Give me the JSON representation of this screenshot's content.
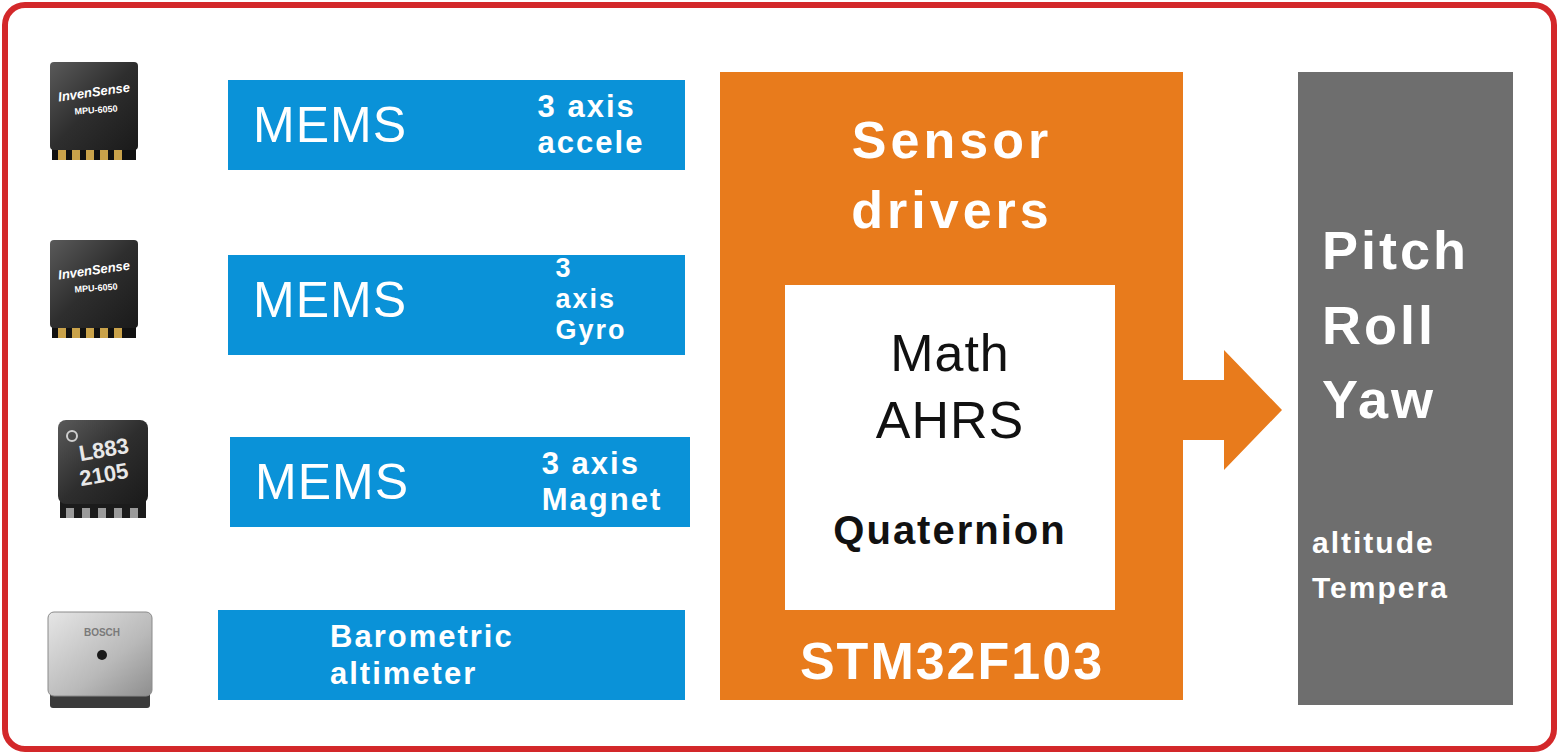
{
  "diagram": {
    "nodes": [
      {
        "text": [
          "MEMS",
          "3 axis accele"
        ]
      },
      {
        "text": [
          "MEMS",
          "3 axis Gyro"
        ]
      },
      {
        "text": [
          "MEMS",
          "3 axis Magnet"
        ]
      },
      {
        "text": [
          "Barometric altimeter"
        ]
      },
      {
        "text": [
          "Sensor drivers",
          "STM32F103"
        ]
      },
      {
        "text": [
          "Math AHRS",
          "Quaternion"
        ],
        "in": 4
      },
      {
        "text": [
          "Pitch Roll Yaw",
          "altitude Tempera"
        ]
      }
    ],
    "edges": [
      {
        "from": 4,
        "to": 6,
        "arrow": "to"
      }
    ],
    "labels": [
      "InvenSense",
      "MPU-6050",
      "InvenSense",
      "MPU-6050",
      "L883",
      "2105",
      "BOSCH"
    ]
  }
}
